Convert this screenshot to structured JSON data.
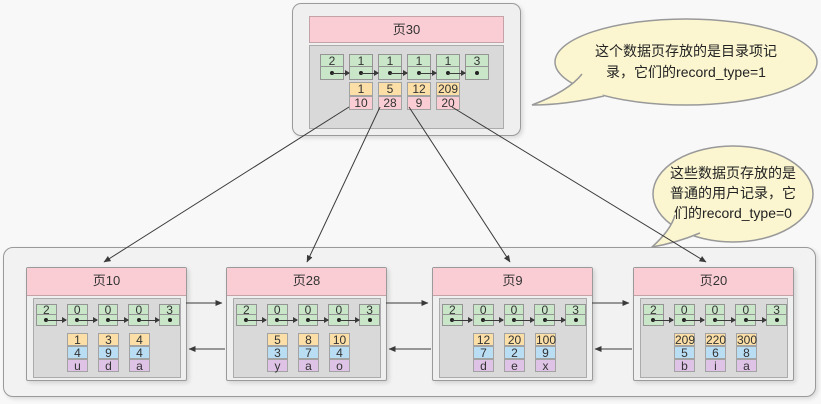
{
  "top_page": {
    "title": "页30",
    "header_cells": [
      "2",
      "1",
      "1",
      "1",
      "1",
      "3"
    ],
    "keys": [
      "1",
      "5",
      "12",
      "209"
    ],
    "pages": [
      "10",
      "28",
      "9",
      "20"
    ]
  },
  "leaf_pages": [
    {
      "title": "页10",
      "header_cells": [
        "2",
        "0",
        "0",
        "0",
        "3"
      ],
      "row1": [
        "1",
        "3",
        "4"
      ],
      "row2": [
        "4",
        "9",
        "4"
      ],
      "row3": [
        "u",
        "d",
        "a"
      ]
    },
    {
      "title": "页28",
      "header_cells": [
        "2",
        "0",
        "0",
        "0",
        "3"
      ],
      "row1": [
        "5",
        "8",
        "10"
      ],
      "row2": [
        "3",
        "7",
        "4"
      ],
      "row3": [
        "y",
        "a",
        "o"
      ]
    },
    {
      "title": "页9",
      "header_cells": [
        "2",
        "0",
        "0",
        "0",
        "3"
      ],
      "row1": [
        "12",
        "20",
        "100"
      ],
      "row2": [
        "7",
        "2",
        "9"
      ],
      "row3": [
        "d",
        "e",
        "x"
      ]
    },
    {
      "title": "页20",
      "header_cells": [
        "2",
        "0",
        "0",
        "0",
        "3"
      ],
      "row1": [
        "209",
        "220",
        "300"
      ],
      "row2": [
        "5",
        "6",
        "8"
      ],
      "row3": [
        "b",
        "i",
        "a"
      ]
    }
  ],
  "bubbles": {
    "directory_note": "这个数据页存放的是目录项记录，它们的record_type=1",
    "user_note": "这些数据页存放的是普通的用户记录，它们的record_type=0"
  },
  "colors": {
    "page_header_pink": "#f9cdd3",
    "record_type_green": "#c9e6c9",
    "key_orange": "#fbdfa6",
    "page_no_pink": "#f9cdd3",
    "value_blue": "#b9ddf3",
    "value_purple": "#dec3e6",
    "bubble_yellow": "#fbf6d0",
    "inner_box_gray": "#d9d9d9"
  }
}
